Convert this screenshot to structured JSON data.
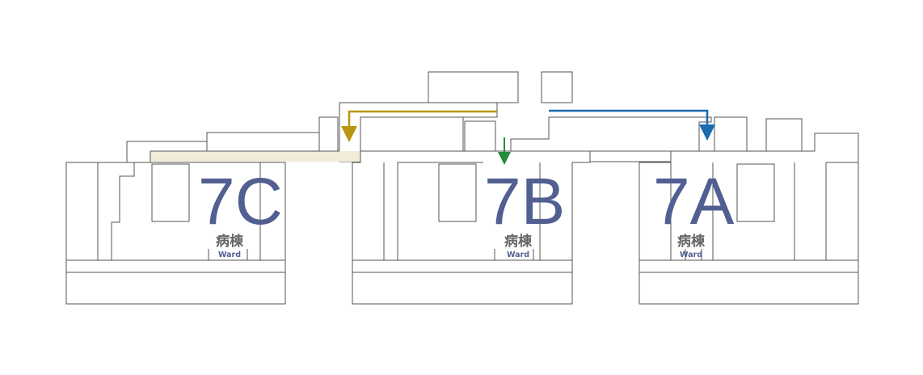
{
  "colors": {
    "ward_7c_fill": "#f2ecd9",
    "ward_7b_fill": "#e5ecd7",
    "ward_7a_fill": "#e1edf6",
    "corridor_fill": "#f1ebd8",
    "service_fill": "#ebebeb",
    "wall": "#555555",
    "label_blue": "#515f91",
    "label_gray": "#666666",
    "route_gold": "#b8970f",
    "route_green": "#268a3c",
    "route_blue": "#1a6bb0"
  },
  "wards": [
    {
      "id": "7c",
      "code": "7C",
      "label_jp": "病棟",
      "label_en": "Ward"
    },
    {
      "id": "7b",
      "code": "7B",
      "label_jp": "病棟",
      "label_en": "Ward"
    },
    {
      "id": "7a",
      "code": "7A",
      "label_jp": "病棟",
      "label_en": "Ward"
    }
  ],
  "icons": {
    "stairs_7c": "grid-pattern-icon",
    "stairs_7b": "zigzag-pattern-icon",
    "stairs_7a": "stripe-pattern-icon"
  }
}
